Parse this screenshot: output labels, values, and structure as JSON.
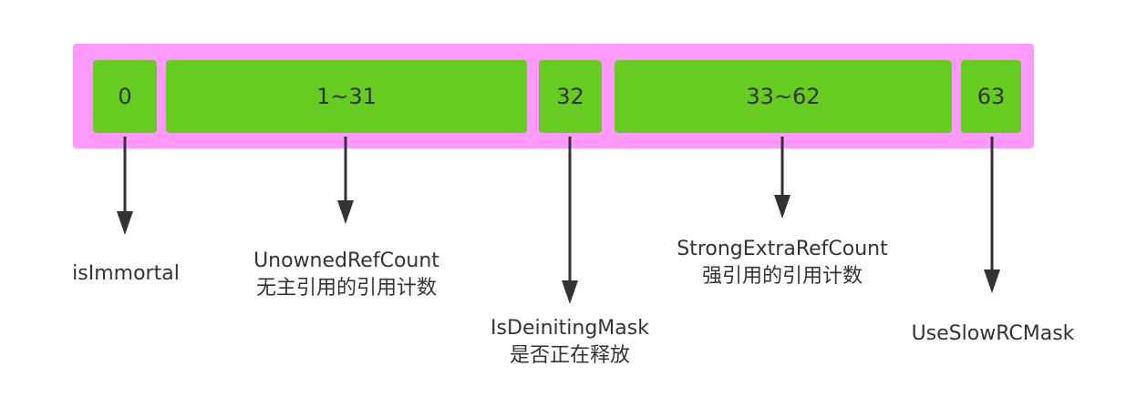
{
  "segments": [
    {
      "bits": "0"
    },
    {
      "bits": "1~31"
    },
    {
      "bits": "32"
    },
    {
      "bits": "33~62"
    },
    {
      "bits": "63"
    }
  ],
  "fields": [
    {
      "name": "isImmortal",
      "desc": ""
    },
    {
      "name": "UnownedRefCount",
      "desc": "无主引用的引用计数"
    },
    {
      "name": "IsDeinitingMask",
      "desc": "是否正在释放"
    },
    {
      "name": "StrongExtraRefCount",
      "desc": "强引用的引用计数"
    },
    {
      "name": "UseSlowRCMask",
      "desc": ""
    }
  ],
  "colors": {
    "container": "#ff99ff",
    "segment": "#66cc22",
    "arrow": "#333333"
  }
}
